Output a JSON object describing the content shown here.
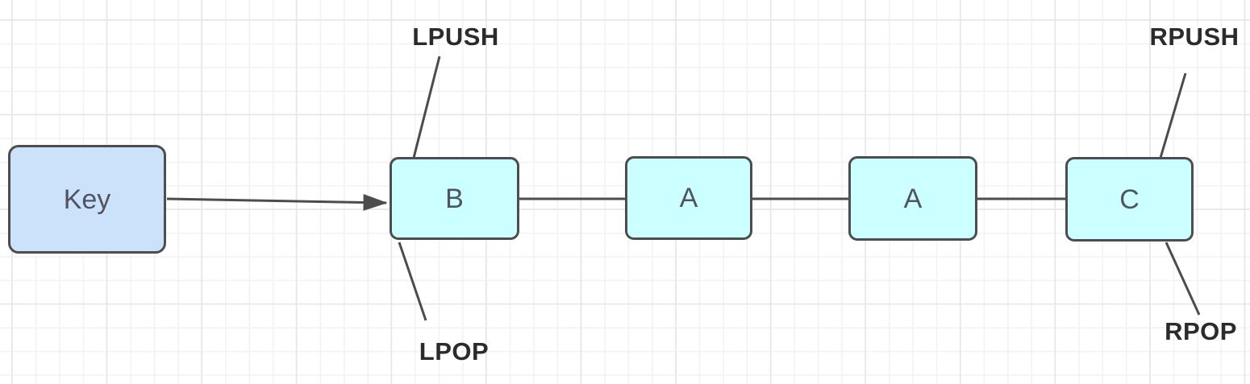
{
  "diagram": {
    "description": "Redis list structure diagram: a Key pointing to a doubly linked list of nodes with left/right push and pop operations",
    "key_node": {
      "label": "Key"
    },
    "list_nodes": [
      {
        "label": "B"
      },
      {
        "label": "A"
      },
      {
        "label": "A"
      },
      {
        "label": "C"
      }
    ],
    "operations": {
      "lpush": "LPUSH",
      "lpop": "LPOP",
      "rpush": "RPUSH",
      "rpop": "RPOP"
    },
    "colors": {
      "key_node_fill": "#cce2fb",
      "list_node_fill": "#ccffff",
      "node_border": "#4d4d4d",
      "connector_line": "#4c4c4c",
      "node_label_text": "#4f5460",
      "operation_label_text": "#2b2b2b",
      "grid_minor_line": "#f2f2f2",
      "grid_major_line": "#e6e6e6",
      "background": "#ffffff"
    }
  }
}
